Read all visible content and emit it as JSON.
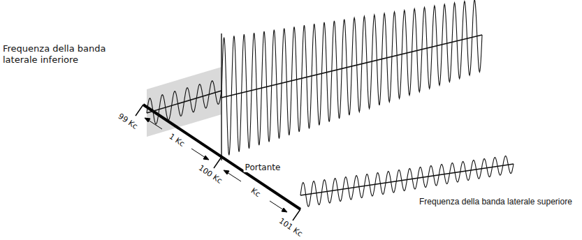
{
  "diagram": {
    "labels": [
      "Frequenza della banda laterale inferiore",
      "Portante",
      "Frequenza della banda laterale superiore",
      "99 Kc",
      "1 Kc",
      "100 Kc",
      "Kc",
      "101 Kc"
    ]
  }
}
